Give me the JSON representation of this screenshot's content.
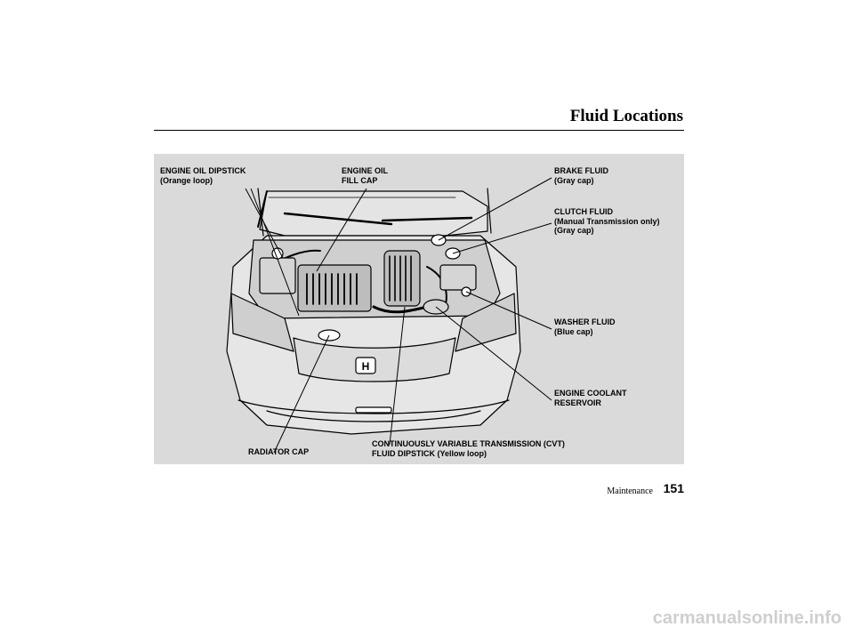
{
  "header": {
    "title": "Fluid Locations"
  },
  "figure": {
    "labels": {
      "engine_oil_dipstick": [
        "ENGINE OIL DIPSTICK",
        "(Orange loop)"
      ],
      "engine_oil_fill_cap": [
        "ENGINE OIL",
        "FILL CAP"
      ],
      "brake_fluid": [
        "BRAKE FLUID",
        "(Gray cap)"
      ],
      "clutch_fluid": [
        "CLUTCH FLUID",
        "(Manual Transmission only)",
        "(Gray cap)"
      ],
      "washer_fluid": [
        "WASHER FLUID",
        "(Blue cap)"
      ],
      "engine_coolant_reservoir": [
        "ENGINE COOLANT",
        "RESERVOIR"
      ],
      "radiator_cap": [
        "RADIATOR CAP"
      ],
      "cvt_fluid_dipstick": [
        "CONTINUOUSLY VARIABLE TRANSMISSION (CVT)",
        "FLUID DIPSTICK (Yellow loop)"
      ]
    },
    "emblem": "H"
  },
  "footer": {
    "section": "Maintenance",
    "page": "151"
  },
  "watermark": "carmanualsonline.info"
}
